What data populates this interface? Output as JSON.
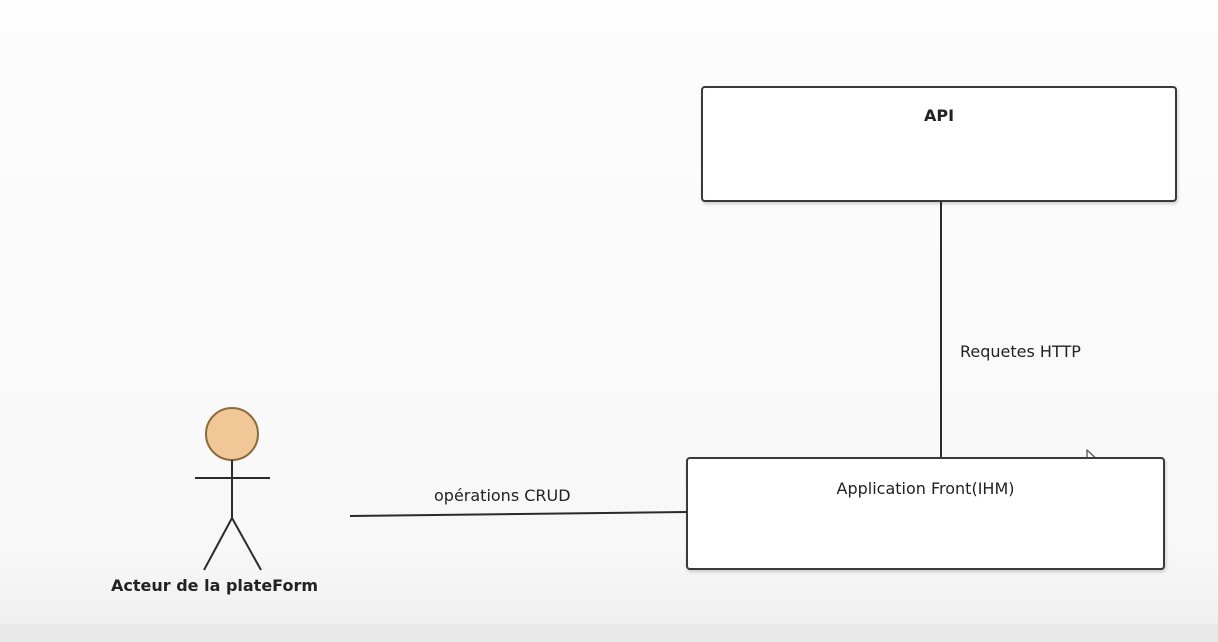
{
  "diagram": {
    "nodes": {
      "api": {
        "label": "API"
      },
      "front": {
        "label": "Application Front(IHM)"
      },
      "actor": {
        "label": "Acteur de la plateForm"
      }
    },
    "edges": {
      "http": {
        "label": "Requetes HTTP",
        "from": "front",
        "to": "api"
      },
      "crud": {
        "label": "opérations CRUD",
        "from": "actor",
        "to": "front"
      }
    },
    "colors": {
      "actor_head_fill": "#f2c797",
      "actor_head_stroke": "#8a6a3a",
      "line": "#2b2b2b",
      "box_border": "#3a3a3a"
    },
    "icons": {
      "cursor": "mouse-pointer-icon"
    }
  }
}
